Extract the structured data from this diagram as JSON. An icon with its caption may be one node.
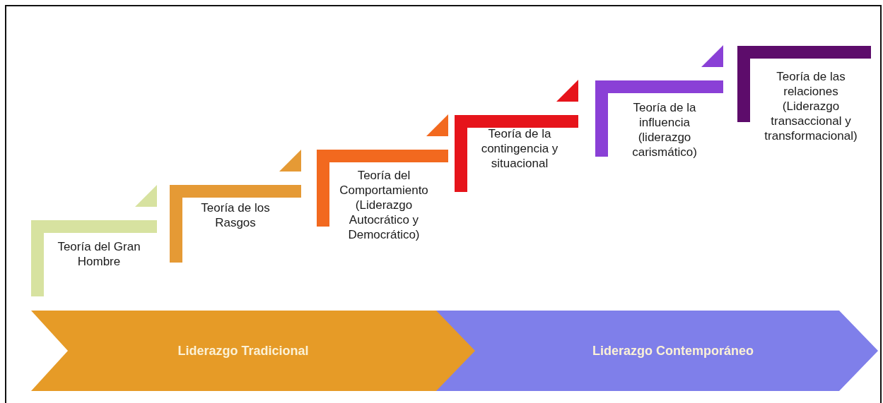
{
  "diagram": {
    "nodes": [
      {
        "text": [
          "Teoría del Gran Hombre"
        ]
      },
      {
        "text": [
          "Teoría de los Rasgos"
        ]
      },
      {
        "text": [
          "Teoría del Comportamiento (Liderazgo Autocrático y Democrático)"
        ]
      },
      {
        "text": [
          "Teoría de la contingencia y situacional"
        ]
      },
      {
        "text": [
          "Teoría de la influencia (liderazgo carismático)"
        ]
      },
      {
        "text": [
          "Teoría de las relaciones (Liderazgo transaccional y transformacional)"
        ]
      },
      {
        "text": [
          "Liderazgo Tradicional"
        ]
      },
      {
        "text": [
          "Liderazgo Contemporáneo"
        ]
      }
    ]
  }
}
